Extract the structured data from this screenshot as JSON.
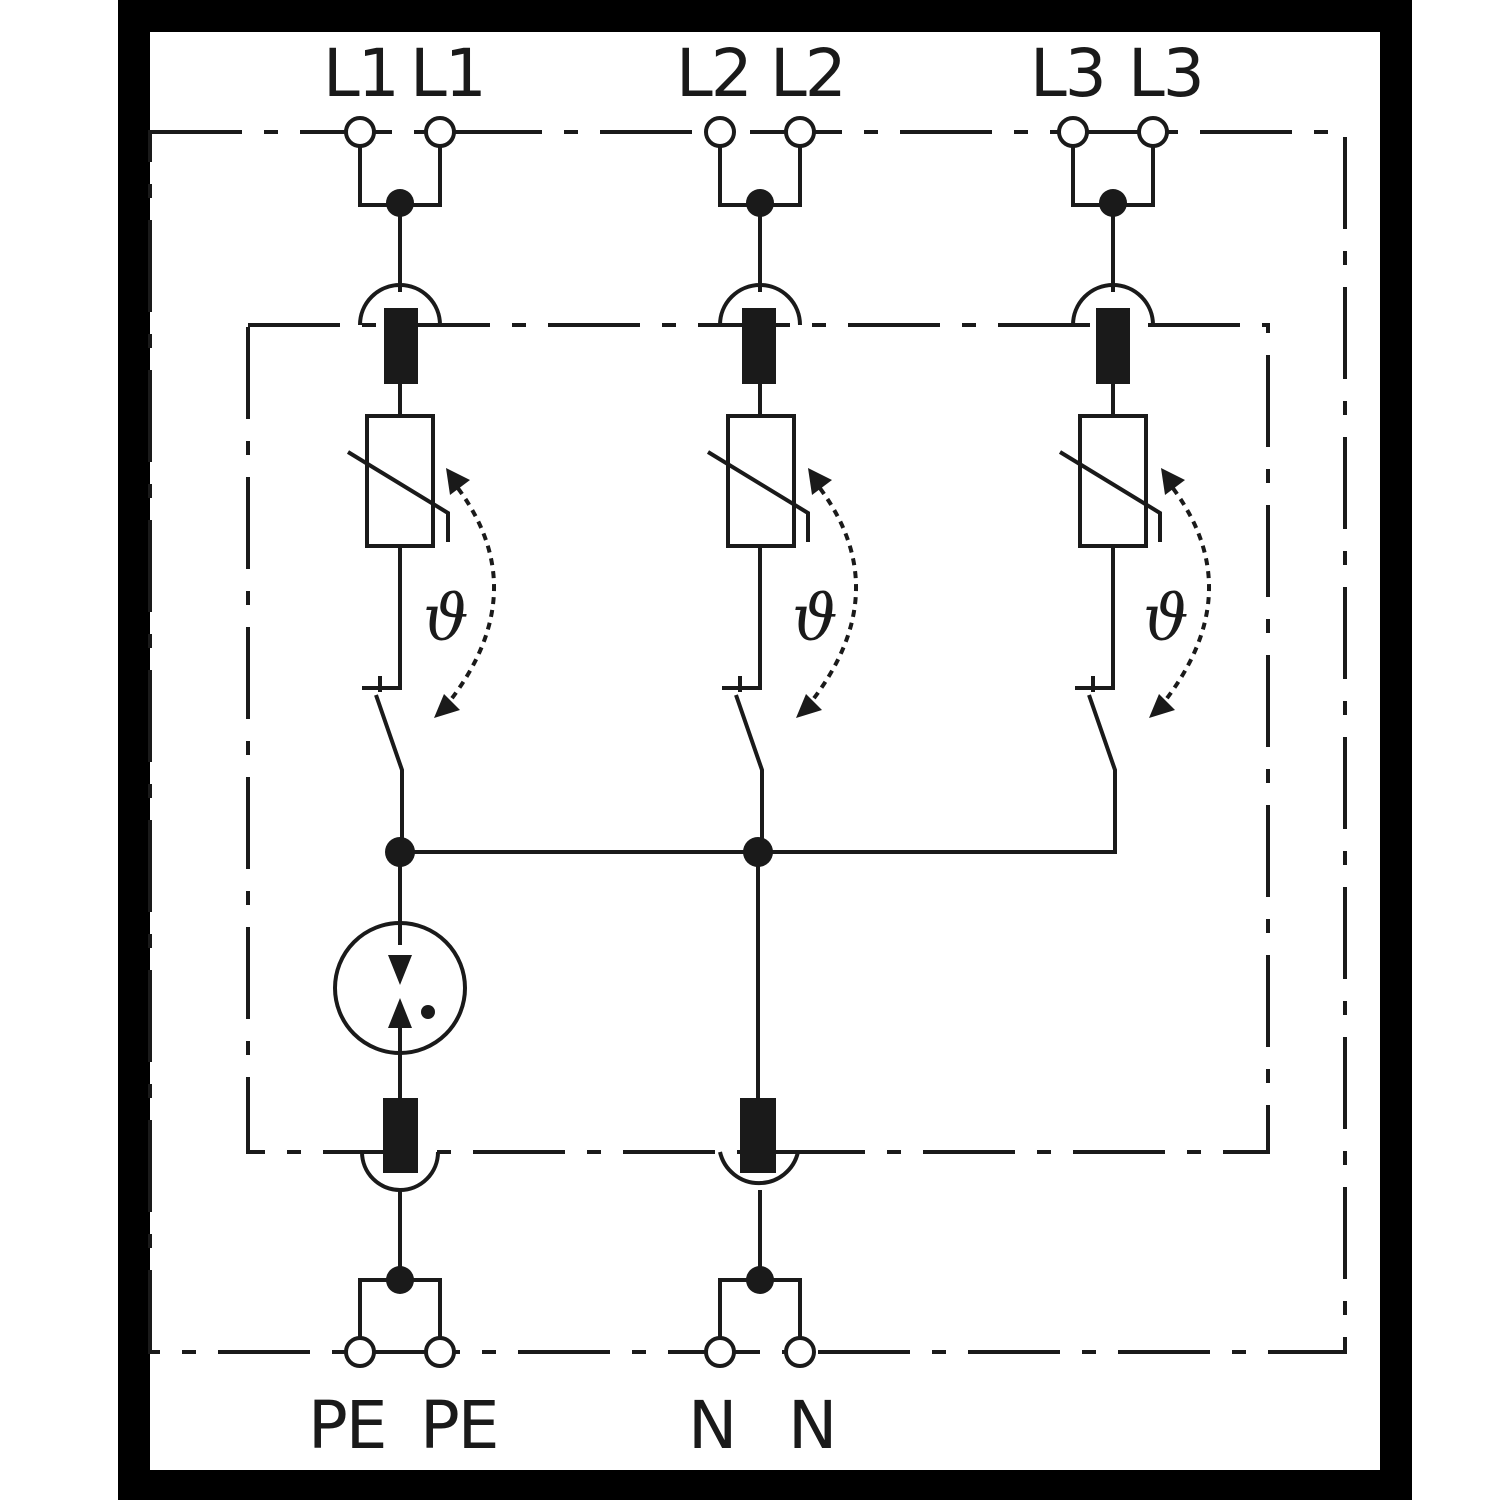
{
  "colors": {
    "ink": "#1a1a1a",
    "background": "#ffffff",
    "frame": "#000000"
  },
  "terminals_top": [
    "L1",
    "L1",
    "L2",
    "L2",
    "L3",
    "L3"
  ],
  "terminals_bottom": [
    "PE",
    "PE",
    "N",
    "N"
  ],
  "thermal_symbol": "ϑ",
  "components": {
    "varistor_icon": "varistor-icon",
    "thermal_disconnector_icon": "thermal-switch-icon",
    "spark_gap_icon": "spark-gap-icon",
    "fuse_icon": "fuse-icon"
  }
}
